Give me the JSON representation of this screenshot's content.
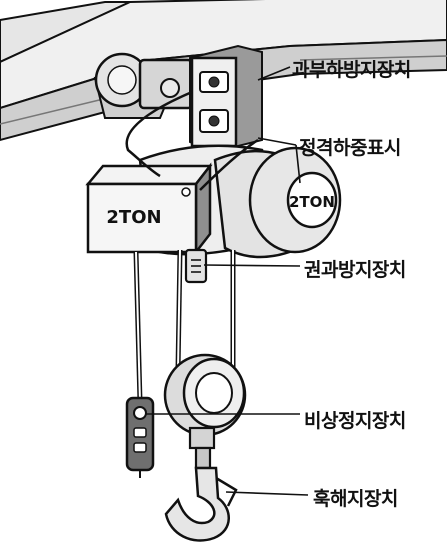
{
  "hoist": {
    "panel_capacity": "2TON",
    "drum_capacity": "2TON"
  },
  "callouts": {
    "overload_protection": "과부하방지장치",
    "rated_load_marking": "정격하중표시",
    "overwinding_prevention": "권과방지장치",
    "emergency_stop": "비상정지장치",
    "hook_latch": "훅해지장치"
  },
  "colors": {
    "line": "#111111",
    "fill_light": "#eeeeee",
    "fill_mid": "#d8d8d8",
    "fill_dark": "#9a9a9a"
  }
}
